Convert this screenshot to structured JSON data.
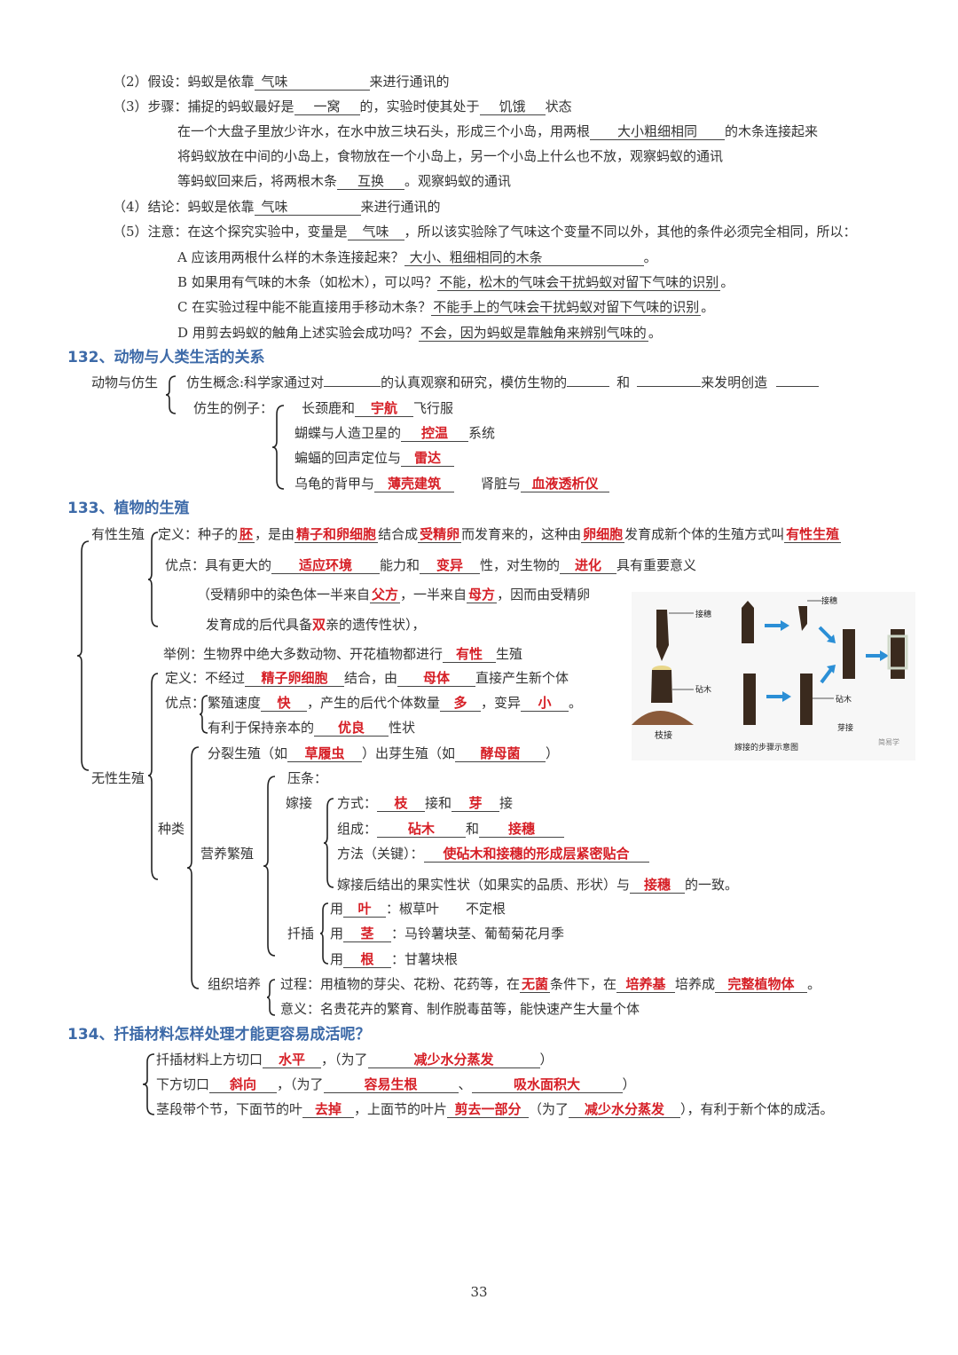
{
  "q131": {
    "l2": {
      "a": "（2）假设：蚂蚁是依靠",
      "b1": "气味",
      "c": "来进行通讯的"
    },
    "l3": {
      "a": "（3）步骤：捕捉的蚂蚁最好是",
      "b1": "一窝",
      "c": "的，实验时使其处于",
      "b2": "饥饿",
      "d": "状态"
    },
    "l4": {
      "a": "在一个大盘子里放少许水，在水中放三块石头，形成三个小岛，用两根",
      "b1": "大小粗细相同",
      "c": "的木条连接起来"
    },
    "l5": {
      "a": "将蚂蚁放在中间的小岛上，食物放在一个小岛上，另一个小岛上什么也不放，观察蚂蚁的通讯"
    },
    "l6": {
      "a": "等蚂蚁回来后，将两根木条",
      "b1": "互换",
      "c": "。观察蚂蚁的通讯"
    },
    "l7": {
      "a": "（4）结论：蚂蚁是依靠",
      "b1": "气味",
      "c": "来进行通讯的"
    },
    "l8": {
      "a": "（5）注意：在这个探究实验中，变量是",
      "b1": "气味",
      "c": "，所以该实验除了气味这个变量不同以外，其他的条件必须完全相同，所以："
    },
    "lA": {
      "a": "A 应该用两根什么样的木条连接起来？",
      "b1": "大小、粗细相同的木条",
      "c": "。"
    },
    "lB": {
      "a": "B 如果用有气味的木条（如松木），可以吗？",
      "b1": "不能，松木的气味会干扰蚂蚁对留下气味的识别",
      "c": "。"
    },
    "lC": {
      "a": "C 在实验过程中能不能直接用手移动木条？",
      "b1": "不能手上的气味会干扰蚂蚁对留下气味的识别",
      "c": "。"
    },
    "lD": {
      "a": "D 用剪去蚂蚁的触角上述实验会成功吗？",
      "b1": "不会，因为蚂蚁是靠触角来辨别气味的",
      "c": "。"
    }
  },
  "s132": {
    "title": "132、动物与人类生活的关系",
    "root": "动物与仿生",
    "concept": {
      "a": "仿生概念:科学家通过对",
      "b": "的认真观察和研究，模仿生物的",
      "c": "和",
      "d": "来发明创造"
    },
    "examples_label": "仿生的例子：",
    "e1": {
      "a": "长颈鹿和",
      "b": "宇航",
      "c": "飞行服"
    },
    "e2": {
      "a": "蝴蝶与人造卫星的",
      "b": "控温",
      "c": "系统"
    },
    "e3": {
      "a": "蝙蝠的回声定位与",
      "b": "雷达"
    },
    "e4": {
      "a": "乌龟的背甲与",
      "b": "薄壳建筑",
      "c": "肾脏与",
      "d": "血液透析仪"
    }
  },
  "s133": {
    "title": "133、植物的生殖",
    "sexual_label": "有性生殖",
    "def": {
      "a": "定义：种子的",
      "b": "胚",
      "c": "，是由",
      "d": "精子和卵细胞",
      "e": "结合成",
      "f": "受精卵",
      "g": "而发育来的，这种由",
      "h": "卵细胞",
      "i": "发育成新个体的生殖方式叫",
      "j": "有性生殖"
    },
    "adv": {
      "a": "优点：具有更大的",
      "b": "适应环境",
      "c": "能力和",
      "d": "变异",
      "e": "性，对生物的",
      "f": "进化",
      "g": "具有重要意义"
    },
    "chrom1": {
      "a": "（受精卵中的染色体一半来自",
      "b": "父方",
      "c": "，一半来自",
      "d": "母方",
      "e": "，因而由受精卵"
    },
    "chrom2": {
      "a": "发育成的后代具备",
      "b": "双",
      "c": "亲的遗传性状），"
    },
    "example": {
      "a": "举例：生物界中绝大多数动物、开花植物都进行",
      "b": "有性",
      "c": "生殖"
    },
    "asexual_label": "无性生殖",
    "adef": {
      "a": "定义：不经过",
      "b": "精子卵细胞",
      "c": "结合，由",
      "d": "母体",
      "e": "直接产生新个体"
    },
    "aadv_label": "优点：",
    "aadv1": {
      "a": "繁殖速度",
      "b": "快",
      "c": "，产生的后代个体数量",
      "d": "多",
      "e": "，变异",
      "f": "小",
      "g": "。"
    },
    "aadv2": {
      "a": "有利于保持亲本的",
      "b": "优良",
      "c": "性状"
    },
    "types_label": "种类",
    "split": {
      "a": "分裂生殖（如",
      "b": "草履虫",
      "c": "）出芽生殖（如",
      "d": "酵母菌",
      "e": "）"
    },
    "veg_label": "营养繁殖",
    "layering": "压条：",
    "graft_label": "嫁接",
    "g1": {
      "a": "方式：",
      "b": "枝",
      "c": "接和",
      "d": "芽",
      "e": "接"
    },
    "g2": {
      "a": "组成：",
      "b": "砧木",
      "c": "和",
      "d": "接穗"
    },
    "g3": {
      "a": "方法（关键）：",
      "b": "使砧木和接穗的形成层紧密贴合"
    },
    "g4": {
      "a": "嫁接后结出的果实性状（如果实的品质、形状）与",
      "b": "接穗",
      "c": "的一致。"
    },
    "cut_label": "扦插",
    "c1": {
      "a": "用",
      "b": "叶",
      "c": "：椒草叶　　不定根"
    },
    "c2": {
      "a": "用",
      "b": "茎",
      "c": "：马铃薯块茎、葡萄菊花月季"
    },
    "c3": {
      "a": "用",
      "b": "根",
      "c": "：甘薯块根"
    },
    "tissue_label": "组织培养",
    "t1": {
      "a": "过程：用植物的芽尖、花粉、花药等，在",
      "b": "无菌",
      "c": "条件下，在",
      "d": "培养基",
      "e": "培养成",
      "f": "完整植物体",
      "g": "。"
    },
    "t2": {
      "a": "意义：名贵花卉的繁育、制作脱毒苗等，能快速产生大量个体"
    },
    "figure": {
      "l_scion": "接穗",
      "l_stock": "砧木",
      "l_scion2": "接穗",
      "l_stock2": "砧木",
      "cap_branch": "枝接",
      "cap_bud": "芽接",
      "caption": "嫁接的步骤示意图",
      "wm": "简易学"
    }
  },
  "s134": {
    "title": "134、扦插材料怎样处理才能更容易成活呢？",
    "r1": {
      "a": "扦插材料上方切口",
      "b": "水平",
      "c": "，（为了",
      "d": "减少水分蒸发",
      "e": "）"
    },
    "r2": {
      "a": "下方切口",
      "b": "斜向",
      "c": "，（为了",
      "d": "容易生根",
      "e": "、",
      "f": "吸水面积大",
      "g": "）"
    },
    "r3": {
      "a": "茎段带个节，下面节的叶",
      "b": "去掉",
      "c": "，上面节的叶片",
      "d": "剪去一部分",
      "e": "（为了",
      "f": "减少水分蒸发",
      "g": "），有利于新个体的成活。"
    }
  },
  "page_number": "33"
}
